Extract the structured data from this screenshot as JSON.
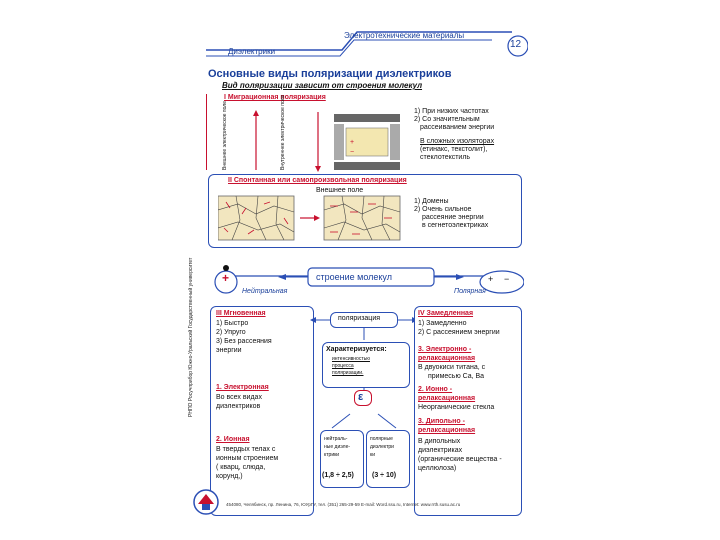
{
  "header": {
    "banner": "Электротехнические материалы",
    "page_number": "12",
    "section": "Диэлектрики",
    "title": "Основные виды поляризации диэлектриков",
    "subtitle": "Вид поляризации зависит от строения молекул"
  },
  "sidebar": {
    "vertical_text": "РНПО Росучприбор   Южно-Уральский Государственный университет"
  },
  "migration": {
    "heading": "I Миграционная поляризация",
    "external_field": "Внешнее электрическое поле",
    "internal_field": "Внутреннее электрическое поле",
    "props": [
      "1) При низких частотах",
      "2) Со значительным",
      "рассеиванием энергии"
    ],
    "materials": [
      "В сложных изоляторах",
      "(етинакс, текстолит),",
      "стеклотекстиль"
    ]
  },
  "spontaneous": {
    "heading": "II Спонтанная или самопроизвольная поляризация",
    "field_label": "Внешнее поле",
    "props": [
      "1) Домены",
      "2) Очень сильное",
      "рассеяние энергии",
      "в сегнетоэлектриках"
    ]
  },
  "molecules": {
    "title": "строение молекул",
    "neutral": "Нейтральная",
    "polar": "Полярная",
    "plus": "+",
    "minus": "−"
  },
  "instant": {
    "heading": "III Мгновенная",
    "props": [
      "1) Быстро",
      "2) Упруго",
      "3) Без рассеяния",
      "энергии"
    ],
    "electron_heading": "1. Электронная",
    "electron_text": [
      "Во всех видах",
      "диэлектриков"
    ],
    "ion_heading": "2. Ионная",
    "ion_text": [
      "В твердых телах с",
      "ионным строением",
      "( кварц, слюда,",
      "корунд,)"
    ]
  },
  "center": {
    "polarization": "поляризация",
    "characterized": "Характеризуется:",
    "char_text": [
      "интенсивностью",
      "процесса",
      "поляризации."
    ],
    "epsilon": "ε",
    "neutral_box": [
      "нейтраль-",
      "ные диэле-",
      "ктрики"
    ],
    "polar_box": [
      "полярные",
      "диэлектри",
      "ки"
    ],
    "range_neutral": "(1,8 ÷ 2,5)",
    "range_polar": "(3 ÷ 10)"
  },
  "delayed": {
    "heading": "IV Замедленная",
    "props": [
      "1) Замедленно",
      "2) С рассеянием энергии"
    ],
    "s3_heading": [
      "3. Электронно -",
      "релаксационная"
    ],
    "s3_text": [
      "В двуокиси титана, с",
      "примесью Ca, Ba"
    ],
    "s4_heading": [
      "2. Ионно -",
      "релаксационная"
    ],
    "s4_text": [
      "Неорганические стекла"
    ],
    "s5_heading": [
      "3. Дипольно -",
      "релаксационная"
    ],
    "s5_text": [
      "В дипольных",
      "диэлектриках",
      "(органические вещества -",
      "целлюлоза)"
    ]
  },
  "footer": {
    "address": "454080, Челябинск, пр. Ленина, 76, ЮУрГУ, тел. (351) 265-29-59  E-mail: Word.ssu.ru, Internet: www.rrth.susu.ac.ru"
  },
  "colors": {
    "accent": "#1a3f9a",
    "highlight": "#c8102e",
    "border": "#2b4fb5"
  }
}
